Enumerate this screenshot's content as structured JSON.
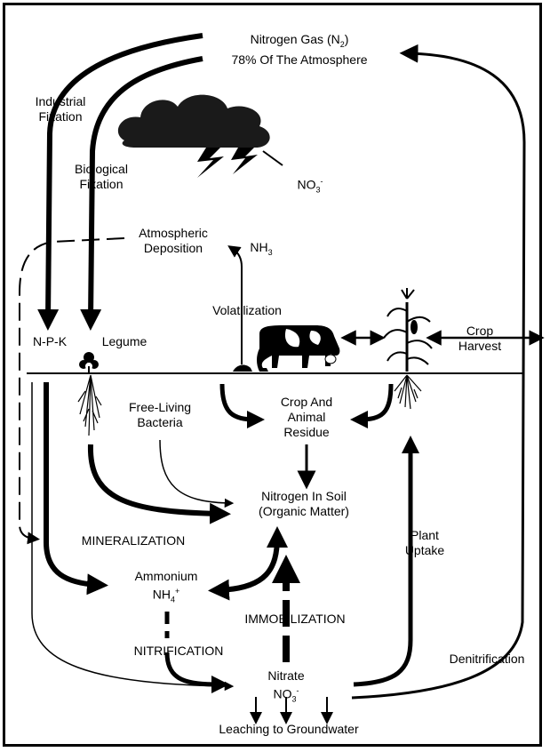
{
  "title": {
    "line1_pre": "Nitrogen Gas (N",
    "line1_sub": "2",
    "line1_post": ")",
    "line2": "78% Of The Atmosphere"
  },
  "labels": {
    "industrial_fixation": [
      "Industrial",
      "Fixation"
    ],
    "biological_fixation": [
      "Biological",
      "Fixation"
    ],
    "no3_top": {
      "base": "NO",
      "sub": "3",
      "sup": "-"
    },
    "atmospheric_deposition": [
      "Atmospheric",
      "Deposition"
    ],
    "nh3": {
      "base": "NH",
      "sub": "3"
    },
    "volatilization": "Volatilization",
    "npk": "N-P-K",
    "legume": "Legume",
    "crop_harvest": [
      "Crop",
      "Harvest"
    ],
    "free_living_bacteria": [
      "Free-Living",
      "Bacteria"
    ],
    "crop_animal_residue": [
      "Crop And",
      "Animal",
      "Residue"
    ],
    "nitrogen_in_soil": [
      "Nitrogen In Soil",
      "(Organic Matter)"
    ],
    "mineralization": "MINERALIZATION",
    "plant_uptake": [
      "Plant",
      "Uptake"
    ],
    "ammonium": "Ammonium",
    "nh4": {
      "base": "NH",
      "sub": "4",
      "sup": "+"
    },
    "immobilization": "IMMOBILIZATION",
    "nitrification": "NITRIFICATION",
    "denitrification": "Denitrification",
    "nitrate": "Nitrate",
    "no3_soil": {
      "base": "NO",
      "sub": "3",
      "sup": "-"
    },
    "leaching": "Leaching to Groundwater"
  },
  "colors": {
    "ink": "#000000",
    "cloud": "#1a1a1a",
    "cow_patch": "#ffffff",
    "background": "#ffffff"
  },
  "icons": [
    "storm-cloud-icon",
    "lightning-icon",
    "cow-icon",
    "corn-plant-icon",
    "legume-plant-icon",
    "roots-icon"
  ]
}
